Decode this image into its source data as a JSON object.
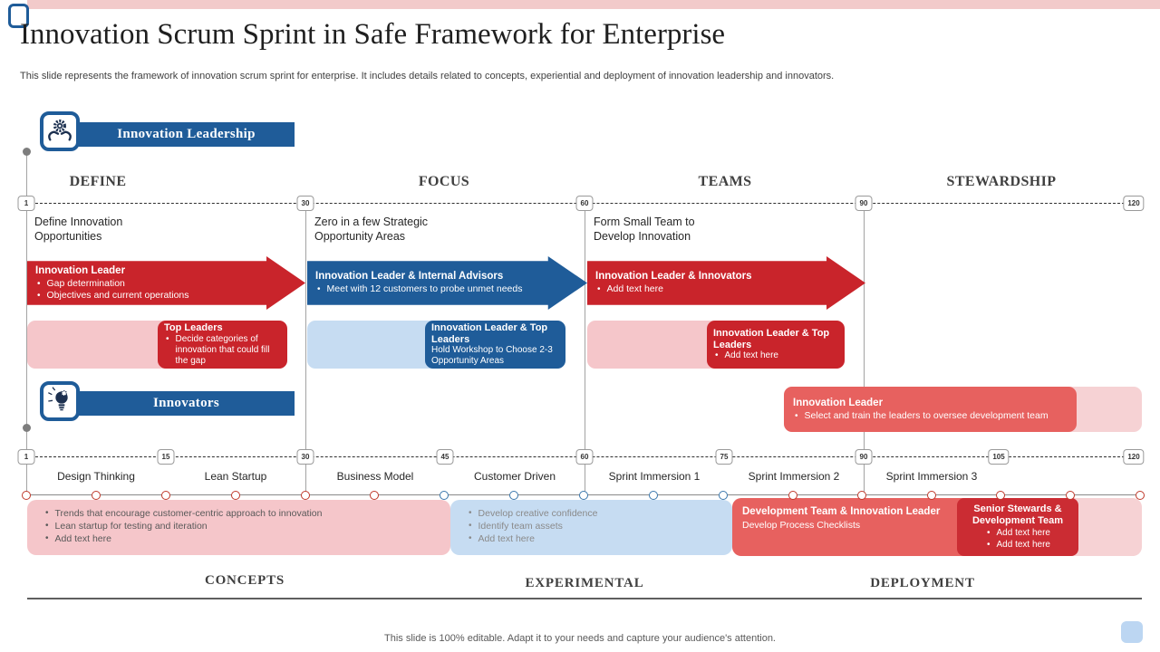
{
  "header": {
    "title": "Innovation Scrum Sprint in Safe Framework for Enterprise",
    "subtitle": "This slide represents the framework of innovation scrum sprint for enterprise. It includes details related to concepts, experiential and deployment of innovation leadership and innovators."
  },
  "colors": {
    "brand_blue": "#1f5c99",
    "brand_red": "#c9242b",
    "salmon": "#e7615f",
    "light_pink": "#f5c6ca",
    "pale_pink": "#f6d2d4",
    "light_blue": "#c6dcf2",
    "accent_bar_pink": "#f2caca"
  },
  "leadership": {
    "badge": "Innovation Leadership",
    "icon": "hands-gear-icon",
    "phases": [
      "DEFINE",
      "FOCUS",
      "TEAMS",
      "STEWARDSHIP"
    ],
    "markers": [
      "1",
      "30",
      "60",
      "90",
      "120"
    ],
    "step_titles": [
      "Define Innovation Opportunities",
      "Zero in a few Strategic Opportunity Areas",
      "Form Small Team to Develop Innovation"
    ],
    "arrows": [
      {
        "title": "Innovation  Leader",
        "bullets": [
          "Gap determination",
          "Objectives and current operations"
        ]
      },
      {
        "title": "Innovation  Leader & Internal Advisors",
        "bullets": [
          "Meet  with 12 customers to probe unmet needs"
        ]
      },
      {
        "title": "Innovation  Leader & Innovators",
        "bullets": [
          "Add text here"
        ]
      }
    ],
    "callouts": [
      {
        "title": "Top Leaders",
        "bullets": [
          "Decide categories of innovation that could fill the gap"
        ]
      },
      {
        "title": "Innovation  Leader & Top Leaders",
        "line": "Hold Workshop to Choose 2-3 Opportunity Areas"
      },
      {
        "title": "Innovation  Leader & Top Leaders",
        "bullets": [
          "Add text here"
        ]
      }
    ]
  },
  "innovators": {
    "badge": "Innovators",
    "icon": "lightbulb-gear-icon",
    "markers": [
      "1",
      "15",
      "30",
      "45",
      "60",
      "75",
      "90",
      "105",
      "120"
    ],
    "stages": [
      "Design Thinking",
      "Lean Startup",
      "Business Model",
      "Customer Driven",
      "Sprint Immersion 1",
      "Sprint Immersion 2",
      "Sprint Immersion 3"
    ],
    "leader_callout": {
      "title": "Innovation  Leader",
      "bullets": [
        "Select and train the leaders to oversee development team"
      ]
    },
    "bands": {
      "concepts_bullets": [
        "Trends that encourage customer-centric approach to innovation",
        "Lean startup for testing  and iteration",
        "Add text here"
      ],
      "experimental_bullets": [
        "Develop creative confidence",
        "Identify team assets",
        "Add text here"
      ],
      "deployment": {
        "title": "Development  Team & Innovation  Leader",
        "line": "Develop Process Checklists",
        "inner_title": "Senior  Stewards & Development  Team",
        "inner_bullets": [
          "Add text here",
          "Add text here"
        ]
      }
    },
    "phases": [
      "CONCEPTS",
      "EXPERIMENTAL",
      "DEPLOYMENT"
    ]
  },
  "footer": "This slide is 100% editable. Adapt it to your needs and capture your audience's attention."
}
